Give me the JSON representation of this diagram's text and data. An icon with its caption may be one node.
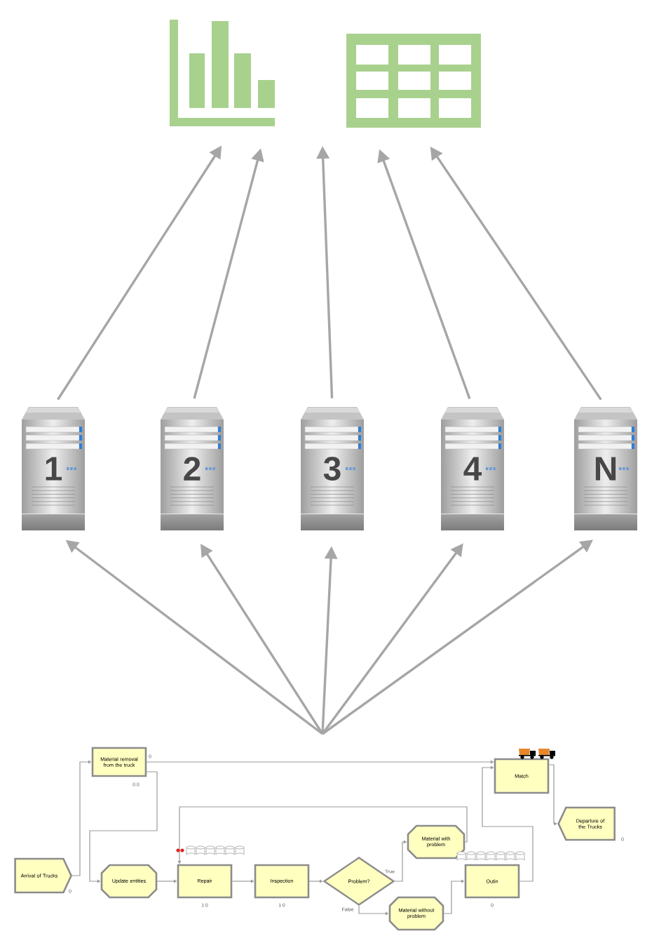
{
  "diagram": {
    "nodes": [
      {
        "text": [],
        "shape": "picture"
      },
      {
        "text": [],
        "shape": "picture"
      },
      {
        "text": [
          "1"
        ]
      },
      {
        "text": [
          "2"
        ]
      },
      {
        "text": [
          "3"
        ]
      },
      {
        "text": [
          "4"
        ]
      },
      {
        "text": [
          "N"
        ]
      },
      {
        "text": [
          "Arrival of Trucks"
        ],
        "beside": [
          "0"
        ]
      },
      {
        "text": [
          "Material removal from the truck"
        ],
        "beside": [
          "0",
          "0 0"
        ]
      },
      {
        "text": [
          "Update entities"
        ]
      },
      {
        "text": [
          "Repair"
        ],
        "beside": [
          "1 0"
        ]
      },
      {
        "text": [
          "Inspection"
        ],
        "beside": [
          "1 0"
        ]
      },
      {
        "text": [
          "Problem?"
        ],
        "beside": [
          "True",
          "False"
        ]
      },
      {
        "text": [
          "Material with problem"
        ]
      },
      {
        "text": [
          "Material without problem"
        ]
      },
      {
        "text": [
          "Outin"
        ],
        "beside": [
          "0"
        ]
      },
      {
        "text": [
          "Match"
        ]
      },
      {
        "text": [
          "Departure of the Trucks"
        ],
        "beside": [
          "0"
        ]
      }
    ],
    "edges": [
      {
        "from": null,
        "to": 2,
        "arrow": "to"
      },
      {
        "from": null,
        "to": 3,
        "arrow": "to"
      },
      {
        "from": null,
        "to": 4,
        "arrow": "to"
      },
      {
        "from": null,
        "to": 5,
        "arrow": "to"
      },
      {
        "from": null,
        "to": 6,
        "arrow": "to"
      },
      {
        "from": 2,
        "to": 0,
        "arrow": "to"
      },
      {
        "from": 3,
        "to": 0,
        "arrow": "to"
      },
      {
        "from": 4,
        "to": null,
        "arrow": "to"
      },
      {
        "from": 5,
        "to": 1,
        "arrow": "to"
      },
      {
        "from": 6,
        "to": 1,
        "arrow": "to"
      },
      {
        "from": 7,
        "to": 8,
        "arrow": "to"
      },
      {
        "from": 8,
        "to": 16,
        "arrow": "to"
      },
      {
        "from": 8,
        "to": 9,
        "arrow": "to"
      },
      {
        "from": 9,
        "to": 10,
        "arrow": "to"
      },
      {
        "from": 10,
        "to": 11,
        "arrow": "to"
      },
      {
        "from": 11,
        "to": 12,
        "arrow": "to"
      },
      {
        "from": 12,
        "to": 13,
        "arrow": "to"
      },
      {
        "from": 12,
        "to": 14,
        "arrow": "to"
      },
      {
        "from": 13,
        "to": 10,
        "arrow": "to"
      },
      {
        "from": 14,
        "to": 15,
        "arrow": "to"
      },
      {
        "from": 15,
        "to": 16,
        "arrow": "to"
      },
      {
        "from": 16,
        "to": 17,
        "arrow": "to"
      }
    ]
  }
}
